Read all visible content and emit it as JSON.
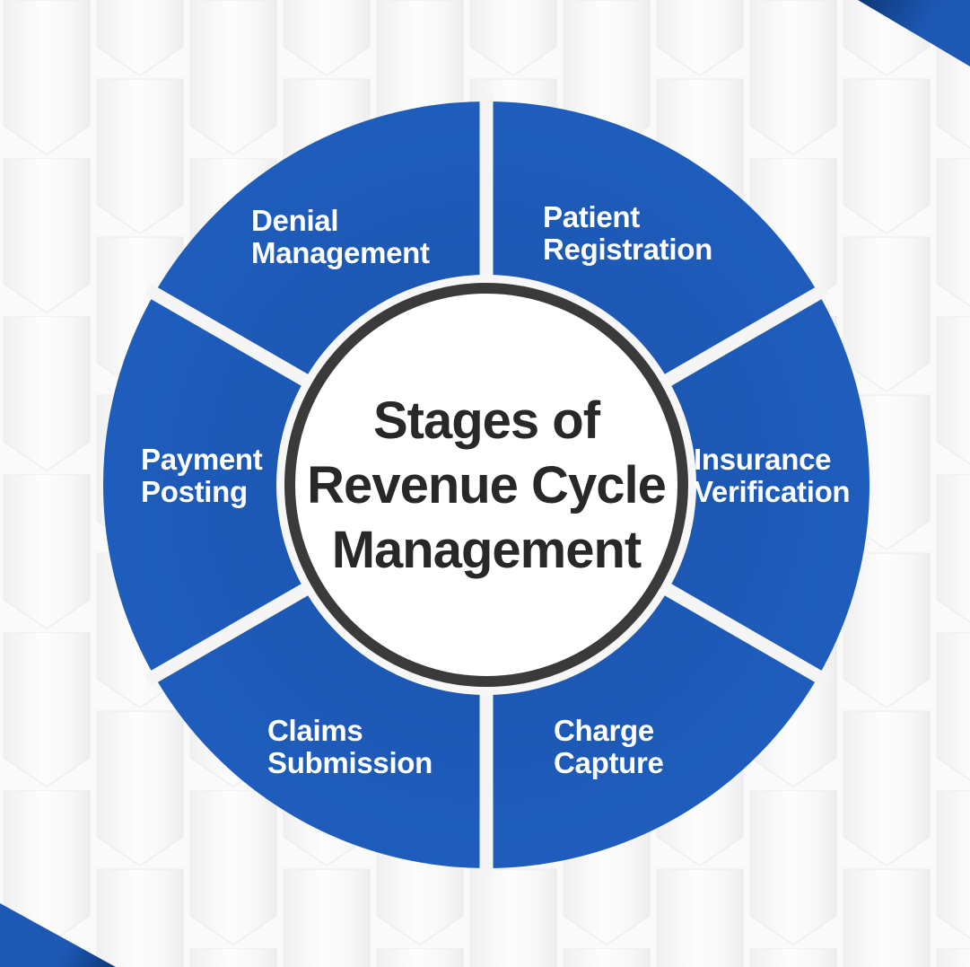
{
  "title": {
    "lines": [
      "Stages of",
      "Revenue Cycle",
      "Management"
    ]
  },
  "wheel": {
    "segments": [
      {
        "id": "patient-registration",
        "label_lines": [
          "Patient",
          "Registration"
        ]
      },
      {
        "id": "insurance-verification",
        "label_lines": [
          "Insurance",
          "Verification"
        ]
      },
      {
        "id": "charge-capture",
        "label_lines": [
          "Charge",
          "Capture"
        ]
      },
      {
        "id": "claims-submission",
        "label_lines": [
          "Claims",
          "Submission"
        ]
      },
      {
        "id": "payment-posting",
        "label_lines": [
          "Payment",
          "Posting"
        ]
      },
      {
        "id": "denial-management",
        "label_lines": [
          "Denial",
          "Management"
        ]
      }
    ]
  },
  "colors": {
    "blue": "#1c58b4",
    "blue-dark": "#0e3878",
    "ring": "#3a3a3a",
    "title": "#282828",
    "label": "#ffffff",
    "gap": "#f5f5f5"
  }
}
